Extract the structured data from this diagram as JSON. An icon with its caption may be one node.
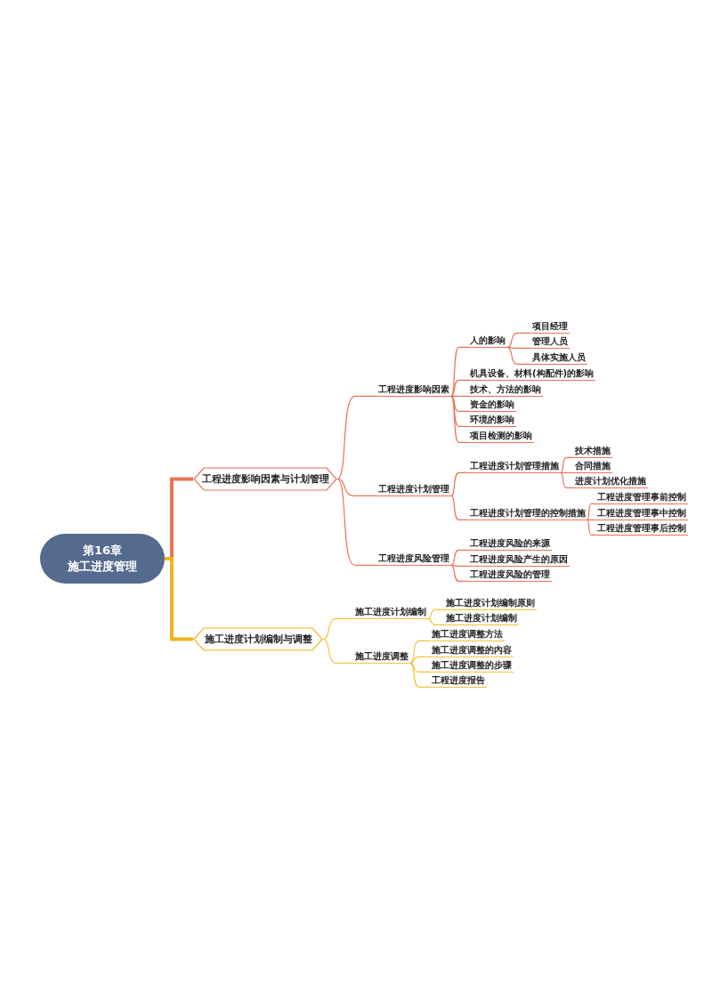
{
  "diagram": {
    "nodes": [
      {
        "text": [
          "第16章",
          "施工进度管理"
        ]
      },
      {
        "text": [
          "工程进度影响因素与计划管理"
        ]
      },
      {
        "text": [
          "工程进度影响因素"
        ]
      },
      {
        "text": [
          "人的影响"
        ]
      },
      {
        "text": [
          "项目经理"
        ]
      },
      {
        "text": [
          "管理人员"
        ]
      },
      {
        "text": [
          "具体实施人员"
        ]
      },
      {
        "text": [
          "机具设备、材料(构配件)的影响"
        ]
      },
      {
        "text": [
          "技术、方法的影响"
        ]
      },
      {
        "text": [
          "资金的影响"
        ]
      },
      {
        "text": [
          "环境的影响"
        ]
      },
      {
        "text": [
          "项目检测的影响"
        ]
      },
      {
        "text": [
          "工程进度计划管理"
        ]
      },
      {
        "text": [
          "工程进度计划管理措施"
        ]
      },
      {
        "text": [
          "技术措施"
        ]
      },
      {
        "text": [
          "合同措施"
        ]
      },
      {
        "text": [
          "进度计划优化措施"
        ]
      },
      {
        "text": [
          "工程进度计划管理的控制措施"
        ]
      },
      {
        "text": [
          "工程进度管理事前控制"
        ]
      },
      {
        "text": [
          "工程进度管理事中控制"
        ]
      },
      {
        "text": [
          "工程进度管理事后控制"
        ]
      },
      {
        "text": [
          "工程进度风险管理"
        ]
      },
      {
        "text": [
          "工程进度风险的来源"
        ]
      },
      {
        "text": [
          "工程进度风险产生的原因"
        ]
      },
      {
        "text": [
          "工程进度风险的管理"
        ]
      },
      {
        "text": [
          "施工进度计划编制与调整"
        ]
      },
      {
        "text": [
          "施工进度计划编制"
        ]
      },
      {
        "text": [
          "施工进度计划编制原则"
        ]
      },
      {
        "text": [
          "施工进度计划编制"
        ]
      },
      {
        "text": [
          "施工进度调整"
        ]
      },
      {
        "text": [
          "施工进度调整方法"
        ]
      },
      {
        "text": [
          "施工进度调整的内容"
        ]
      },
      {
        "text": [
          "施工进度调整的步骤"
        ]
      },
      {
        "text": [
          "工程进度报告"
        ]
      }
    ],
    "edges": [
      {
        "from": 0,
        "to": 1,
        "arrow": "none",
        "style": "thick"
      },
      {
        "from": 1,
        "to": 2,
        "arrow": "none"
      },
      {
        "from": 2,
        "to": 3,
        "arrow": "none"
      },
      {
        "from": 3,
        "to": 4,
        "arrow": "none"
      },
      {
        "from": 3,
        "to": 5,
        "arrow": "none"
      },
      {
        "from": 3,
        "to": 6,
        "arrow": "none"
      },
      {
        "from": 2,
        "to": 7,
        "arrow": "none"
      },
      {
        "from": 2,
        "to": 8,
        "arrow": "none"
      },
      {
        "from": 2,
        "to": 9,
        "arrow": "none"
      },
      {
        "from": 2,
        "to": 10,
        "arrow": "none"
      },
      {
        "from": 2,
        "to": 11,
        "arrow": "none"
      },
      {
        "from": 1,
        "to": 12,
        "arrow": "none"
      },
      {
        "from": 12,
        "to": 13,
        "arrow": "none"
      },
      {
        "from": 13,
        "to": 14,
        "arrow": "none"
      },
      {
        "from": 13,
        "to": 15,
        "arrow": "none"
      },
      {
        "from": 13,
        "to": 16,
        "arrow": "none"
      },
      {
        "from": 12,
        "to": 17,
        "arrow": "none"
      },
      {
        "from": 17,
        "to": 18,
        "arrow": "none"
      },
      {
        "from": 17,
        "to": 19,
        "arrow": "none"
      },
      {
        "from": 17,
        "to": 20,
        "arrow": "none"
      },
      {
        "from": 1,
        "to": 21,
        "arrow": "none"
      },
      {
        "from": 21,
        "to": 22,
        "arrow": "none"
      },
      {
        "from": 21,
        "to": 23,
        "arrow": "none"
      },
      {
        "from": 21,
        "to": 24,
        "arrow": "none"
      },
      {
        "from": 0,
        "to": 25,
        "arrow": "none",
        "style": "thick",
        "color": "#f0b41e"
      },
      {
        "from": 25,
        "to": 26,
        "arrow": "none",
        "color": "#f0c43c"
      },
      {
        "from": 26,
        "to": 27,
        "arrow": "none",
        "color": "#f0c43c"
      },
      {
        "from": 26,
        "to": 28,
        "arrow": "none",
        "color": "#f0c43c"
      },
      {
        "from": 25,
        "to": 29,
        "arrow": "none",
        "color": "#f0c43c"
      },
      {
        "from": 29,
        "to": 30,
        "arrow": "none",
        "color": "#f0c43c"
      },
      {
        "from": 29,
        "to": 31,
        "arrow": "none",
        "color": "#f0c43c"
      },
      {
        "from": 29,
        "to": 32,
        "arrow": "none",
        "color": "#f0c43c"
      },
      {
        "from": 29,
        "to": 33,
        "arrow": "none",
        "color": "#f0c43c"
      }
    ]
  }
}
